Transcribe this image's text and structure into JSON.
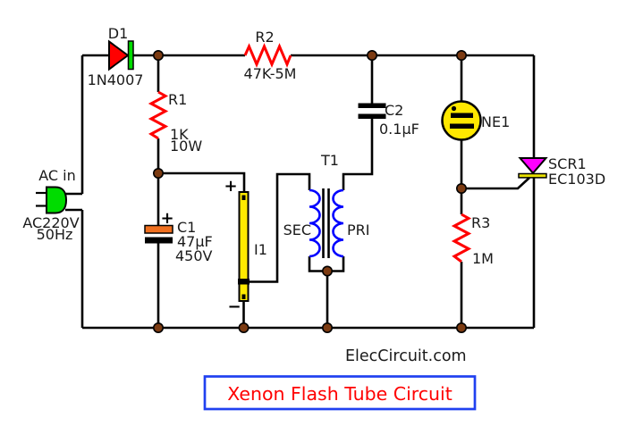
{
  "title": {
    "text": "Xenon Flash Tube Circuit"
  },
  "watermark": "ElecCircuit.com",
  "components": {
    "d1": {
      "ref": "D1",
      "value": "1N4007"
    },
    "r1": {
      "ref": "R1",
      "value": "1K",
      "power": "10W"
    },
    "r2": {
      "ref": "R2",
      "value": "47K-5M"
    },
    "r3": {
      "ref": "R3",
      "value": "1M"
    },
    "c1": {
      "ref": "C1",
      "value": "47µF",
      "voltage": "450V",
      "plus": "+"
    },
    "c2": {
      "ref": "C2",
      "value": "0.1µF"
    },
    "ne1": {
      "ref": "NE1"
    },
    "scr1": {
      "ref": "SCR1",
      "value": "EC103D"
    },
    "t1": {
      "ref": "T1",
      "sec": "SEC",
      "pri": "PRI"
    },
    "i1": {
      "ref": "I1",
      "plus": "+",
      "minus": "−"
    },
    "ac": {
      "label": "AC in",
      "voltage": "AC220V",
      "freq": "50Hz"
    }
  },
  "colors": {
    "component_red": "#FF0000",
    "diode_bar_green": "#00DC00",
    "plug_green": "#00DC00",
    "cap_plate_orange": "#F07020",
    "lamp_yellow": "#FFE800",
    "tube_yellow": "#FFEA00",
    "scr_magenta": "#FF00FF",
    "scr_bar_yellow": "#E8E000",
    "winding_blue": "#0000FF",
    "node_brown": "#7C3B12",
    "title_border_blue": "#2040F0",
    "title_text_red": "#FF0000"
  }
}
